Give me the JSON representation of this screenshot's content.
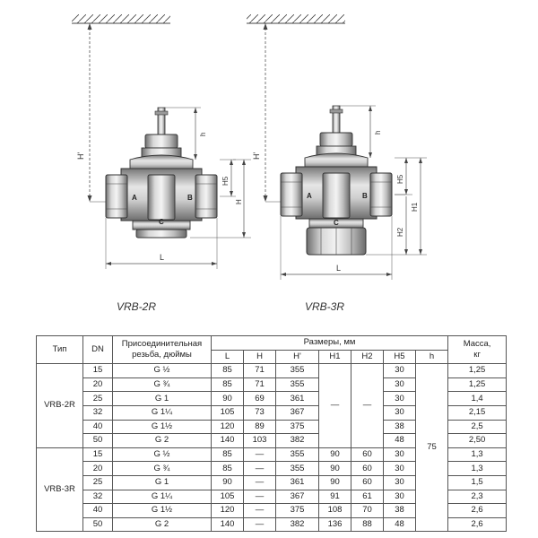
{
  "labels": {
    "model_left": "VRB-2R",
    "model_right": "VRB-3R",
    "dim_L": "L",
    "dim_H": "H",
    "dim_Hp": "H'",
    "dim_H1": "H1",
    "dim_H2": "H2",
    "dim_H5": "H5",
    "dim_h": "h",
    "port_A": "A",
    "port_B": "B",
    "port_C": "C"
  },
  "table": {
    "headers": {
      "type": "Тип",
      "dn": "DN",
      "thread_line1": "Присоединительная",
      "thread_line2": "резьба, дюймы",
      "dimensions": "Размеры, мм",
      "mass_line1": "Масса,",
      "mass_line2": "кг",
      "L": "L",
      "H": "H",
      "Hp": "H'",
      "H1": "H1",
      "H2": "H2",
      "H5": "H5",
      "h": "h"
    },
    "h_value": "75",
    "dash": "—",
    "groups": [
      {
        "type": "VRB-2R",
        "h1_merged": "—",
        "h2_merged": "—",
        "rows": [
          {
            "dn": "15",
            "thread": "G ½",
            "L": "85",
            "H": "71",
            "Hp": "355",
            "H5": "30",
            "mass": "1,25"
          },
          {
            "dn": "20",
            "thread": "G ¾",
            "L": "85",
            "H": "71",
            "Hp": "355",
            "H5": "30",
            "mass": "1,25"
          },
          {
            "dn": "25",
            "thread": "G 1",
            "L": "90",
            "H": "69",
            "Hp": "361",
            "H5": "30",
            "mass": "1,4"
          },
          {
            "dn": "32",
            "thread": "G 1¼",
            "L": "105",
            "H": "73",
            "Hp": "367",
            "H5": "30",
            "mass": "2,15"
          },
          {
            "dn": "40",
            "thread": "G 1½",
            "L": "120",
            "H": "89",
            "Hp": "375",
            "H5": "38",
            "mass": "2,5"
          },
          {
            "dn": "50",
            "thread": "G 2",
            "L": "140",
            "H": "103",
            "Hp": "382",
            "H5": "48",
            "mass": "2,50"
          }
        ]
      },
      {
        "type": "VRB-3R",
        "rows": [
          {
            "dn": "15",
            "thread": "G ½",
            "L": "85",
            "H": "—",
            "Hp": "355",
            "H1": "90",
            "H2": "60",
            "H5": "30",
            "mass": "1,3"
          },
          {
            "dn": "20",
            "thread": "G ¾",
            "L": "85",
            "H": "—",
            "Hp": "355",
            "H1": "90",
            "H2": "60",
            "H5": "30",
            "mass": "1,3"
          },
          {
            "dn": "25",
            "thread": "G 1",
            "L": "90",
            "H": "—",
            "Hp": "361",
            "H1": "90",
            "H2": "60",
            "H5": "30",
            "mass": "1,5"
          },
          {
            "dn": "32",
            "thread": "G 1¼",
            "L": "105",
            "H": "—",
            "Hp": "367",
            "H1": "91",
            "H2": "61",
            "H5": "30",
            "mass": "2,3"
          },
          {
            "dn": "40",
            "thread": "G 1½",
            "L": "120",
            "H": "—",
            "Hp": "375",
            "H1": "108",
            "H2": "70",
            "H5": "38",
            "mass": "2,6"
          },
          {
            "dn": "50",
            "thread": "G 2",
            "L": "140",
            "H": "—",
            "Hp": "382",
            "H1": "136",
            "H2": "88",
            "H5": "48",
            "mass": "2,6"
          }
        ]
      }
    ]
  }
}
